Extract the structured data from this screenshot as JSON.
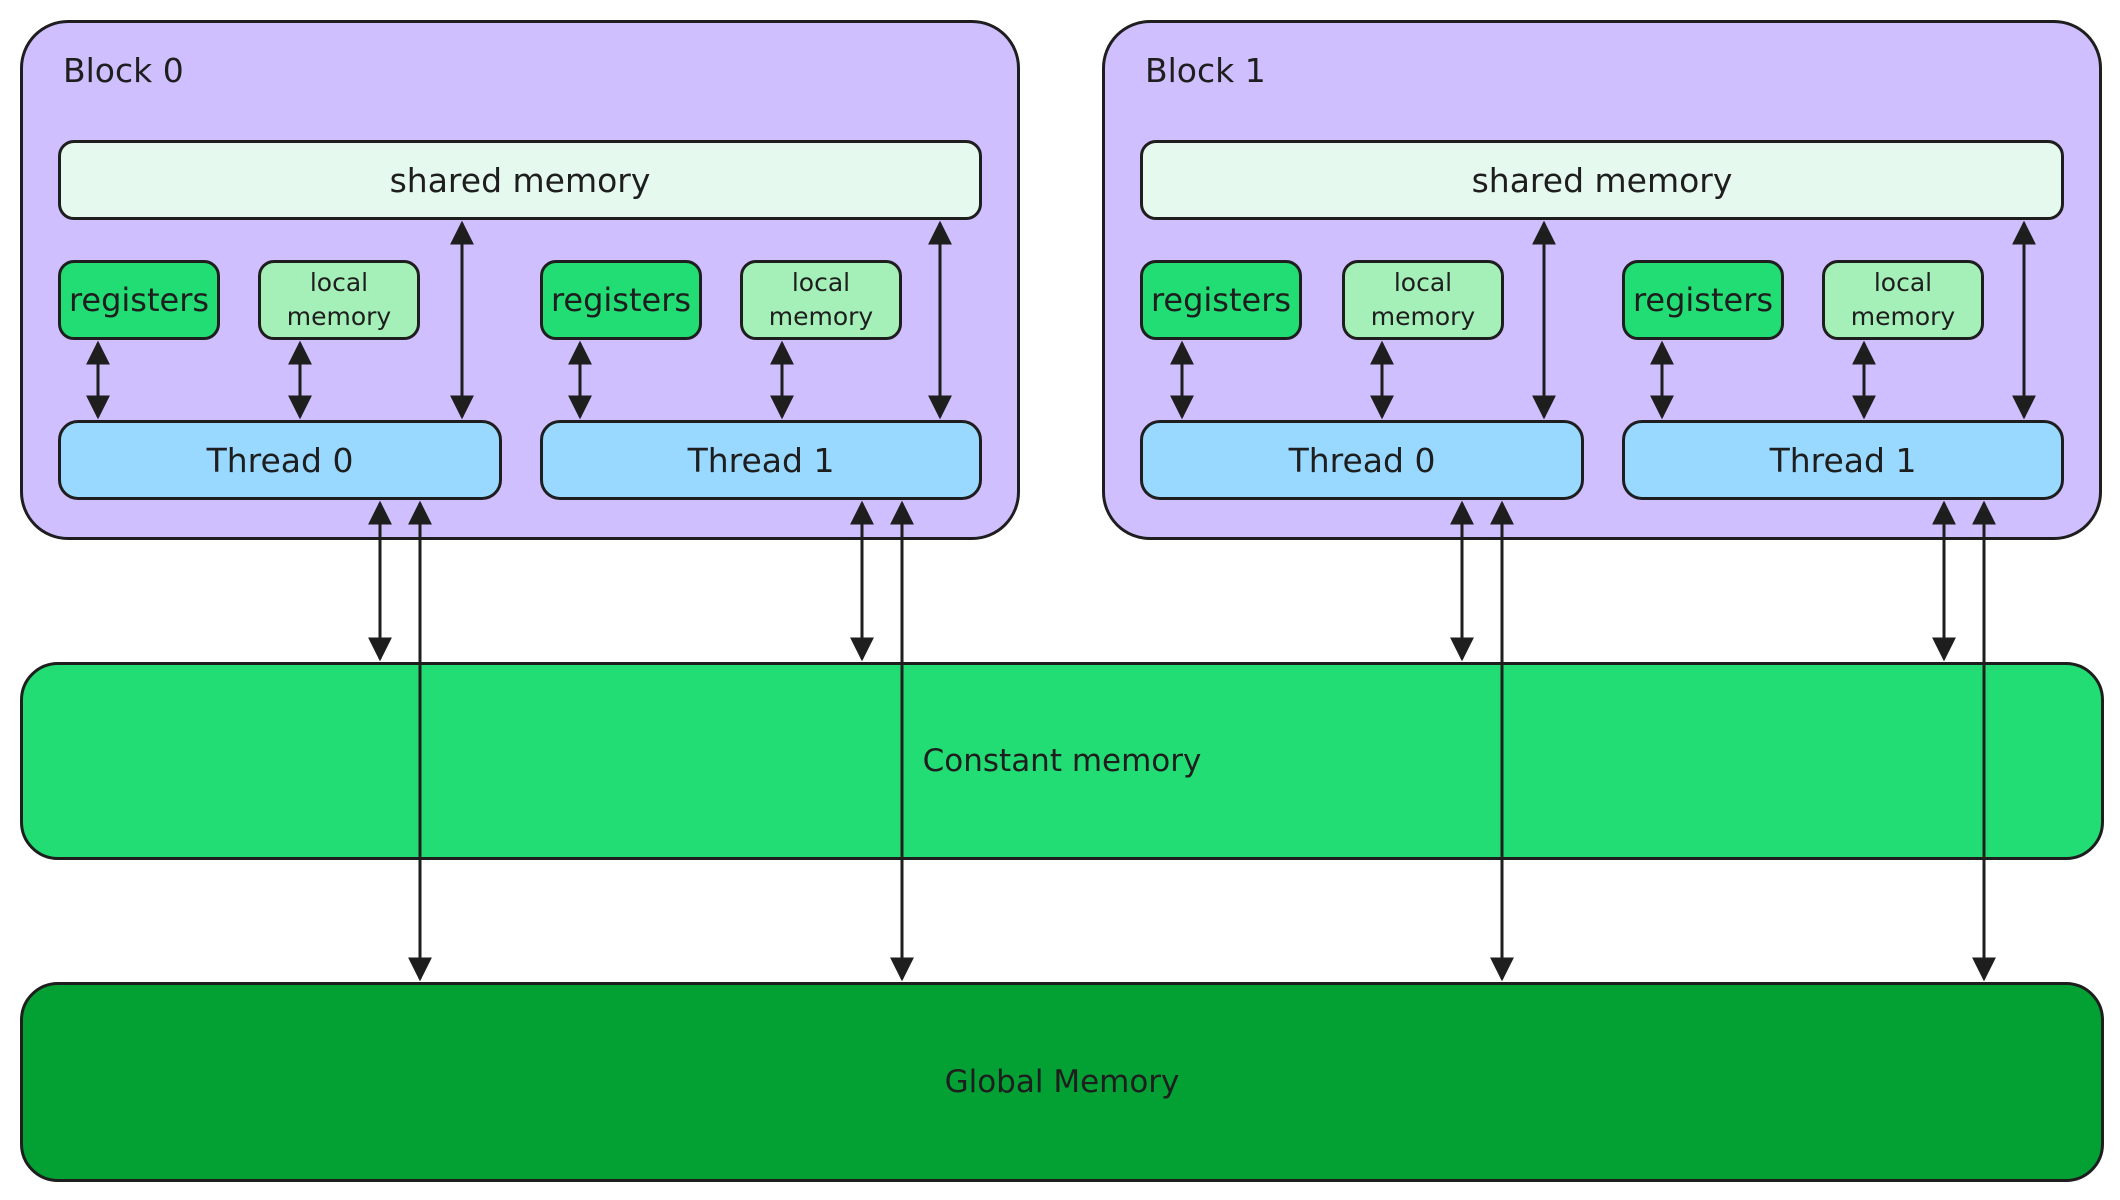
{
  "blocks": [
    {
      "title": "Block 0",
      "shared_memory": "shared memory",
      "threads": [
        {
          "label": "Thread 0",
          "registers": "registers",
          "local_line1": "local",
          "local_line2": "memory"
        },
        {
          "label": "Thread 1",
          "registers": "registers",
          "local_line1": "local",
          "local_line2": "memory"
        }
      ]
    },
    {
      "title": "Block 1",
      "shared_memory": "shared memory",
      "threads": [
        {
          "label": "Thread 0",
          "registers": "registers",
          "local_line1": "local",
          "local_line2": "memory"
        },
        {
          "label": "Thread 1",
          "registers": "registers",
          "local_line1": "local",
          "local_line2": "memory"
        }
      ]
    }
  ],
  "constant_memory": "Constant memory",
  "global_memory": "Global Memory",
  "colors": {
    "block": "#d0bfff",
    "shared_memory": "#e6f9ef",
    "registers": "#22dd73",
    "local_memory": "#a5f0b8",
    "thread": "#99d9ff",
    "constant_memory": "#22dd73",
    "global_memory": "#03a034",
    "stroke": "#1e1e1e"
  }
}
